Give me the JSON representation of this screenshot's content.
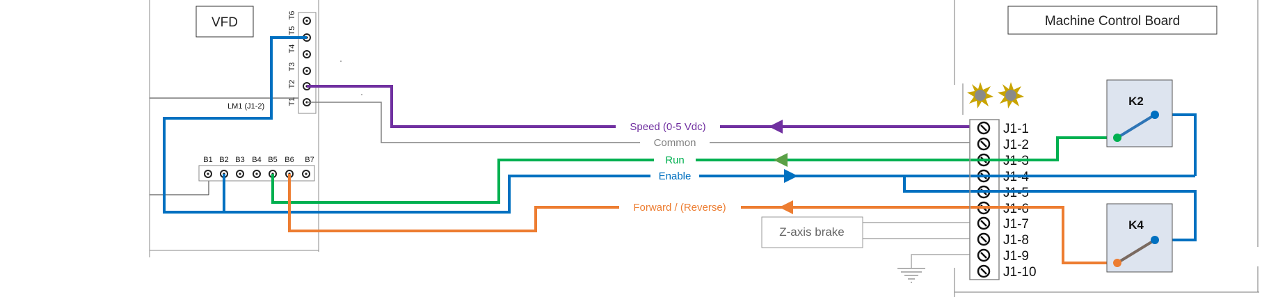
{
  "vfd": {
    "title": "VFD",
    "lm1_label": "LM1 (J1-2)",
    "t_terminals": [
      "T6",
      "T5",
      "T4",
      "T3",
      "T2",
      "T1"
    ],
    "b_terminals": [
      "B1",
      "B2",
      "B3",
      "B4",
      "B5",
      "B6",
      "B7"
    ]
  },
  "board": {
    "title": "Machine Control Board",
    "pins": [
      "J1-1",
      "J1-2",
      "J1-3",
      "J1-4",
      "J1-5",
      "J1-6",
      "J1-7",
      "J1-8",
      "J1-9",
      "J1-10"
    ]
  },
  "signals": {
    "speed": "Speed (0-5 Vdc)",
    "common": "Common",
    "run": "Run",
    "enable": "Enable",
    "forward": "Forward / (Reverse)"
  },
  "relays": {
    "k2": "K2",
    "k4": "K4"
  },
  "brake": {
    "label": "Z-axis brake"
  },
  "colors": {
    "speed": "#7030a0",
    "run": "#00b050",
    "enable": "#0070c0",
    "forward": "#ed7d31",
    "common": "#808080",
    "relay_fill": "#dde4ef",
    "warning_icon": "#c9a400"
  }
}
